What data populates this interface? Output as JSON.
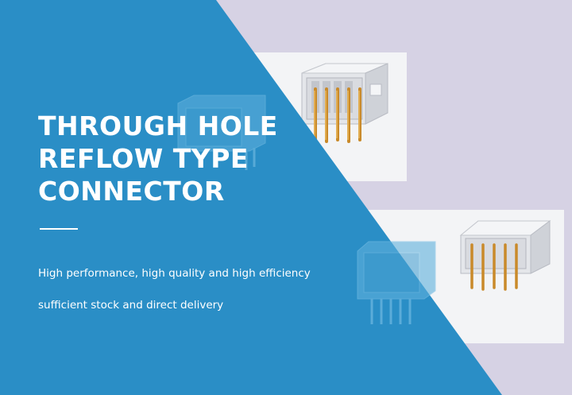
{
  "banner": {
    "title_lines": [
      "THROUGH HOLE",
      "REFLOW TYPE",
      "CONNECTOR"
    ],
    "taglines": [
      "High performance, high quality and high efficiency",
      "sufficient stock and direct delivery"
    ]
  },
  "colors": {
    "blue": "#2a8ec6",
    "lavender": "#d6d2e4",
    "panel": "#f3f4f6",
    "pin": "#c98a2a",
    "housing": "#e7e8ec"
  },
  "icons": [
    "connector-render-icon",
    "connector-render-icon",
    "connector-sideview-icon",
    "connector-sideview-icon"
  ]
}
